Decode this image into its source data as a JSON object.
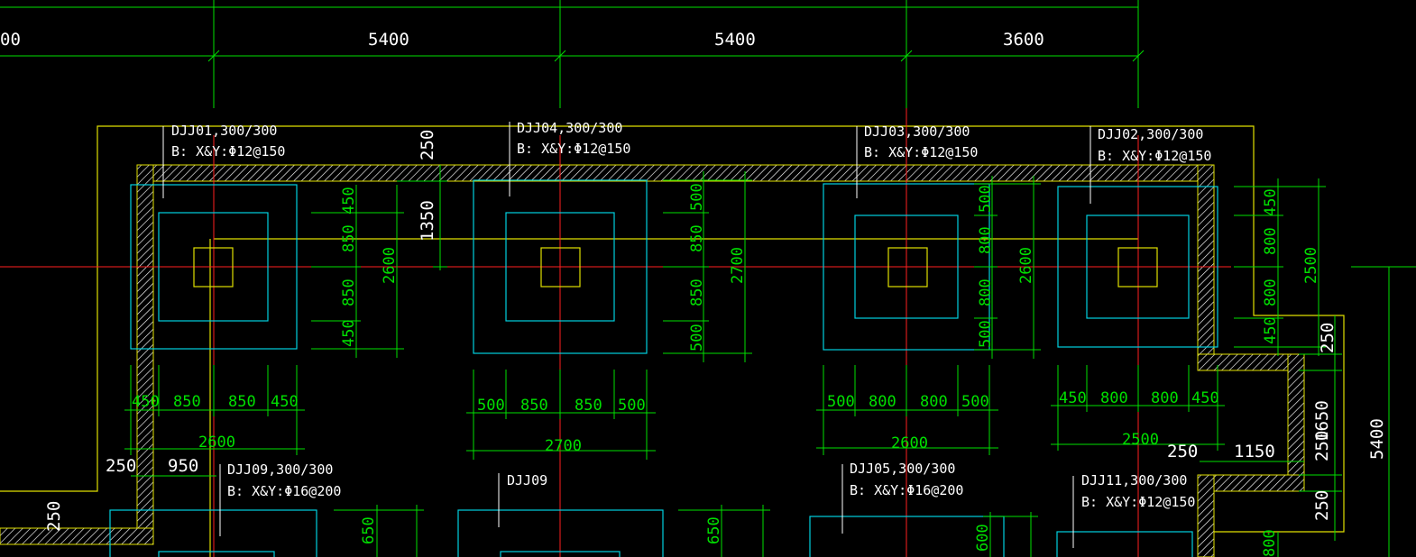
{
  "colors": {
    "background": "#000000",
    "dimension": "#00e000",
    "axis_red": "#ff2020",
    "outline_yellow": "#e0e000",
    "footing_cyan": "#00d0e0",
    "text_white": "#ffffff"
  },
  "top_dims": [
    "00",
    "5400",
    "5400",
    "3600"
  ],
  "footings": [
    {
      "name": "DJJ01,300/300",
      "rebar": "B: X&Y:Φ12@150",
      "v_dims": [
        "450",
        "850",
        "850",
        "450"
      ],
      "v_total": "2600",
      "h_dims": [
        "450",
        "850",
        "850",
        "450"
      ],
      "h_total": "2600"
    },
    {
      "name": "DJJ04,300/300",
      "rebar": "B: X&Y:Φ12@150",
      "v_dims": [
        "500",
        "850",
        "850",
        "500"
      ],
      "v_total": "2700",
      "h_dims": [
        "500",
        "850",
        "850",
        "500"
      ],
      "h_total": "2700"
    },
    {
      "name": "DJJ03,300/300",
      "rebar": "B: X&Y:Φ12@150",
      "v_dims": [
        "500",
        "800",
        "800",
        "500"
      ],
      "v_total": "2600",
      "h_dims": [
        "500",
        "800",
        "800",
        "500"
      ],
      "h_total": "2600"
    },
    {
      "name": "DJJ02,300/300",
      "rebar": "B: X&Y:Φ12@150",
      "v_dims": [
        "450",
        "800",
        "800",
        "450"
      ],
      "v_total": "2500",
      "h_dims": [
        "450",
        "800",
        "800",
        "450"
      ],
      "h_total": "2500"
    }
  ],
  "lower_labels": {
    "djj09_a_name": "DJJ09,300/300",
    "djj09_a_rebar": "B: X&Y:Φ16@200",
    "djj09_b_name": "DJJ09",
    "djj05_name": "DJJ05,300/300",
    "djj05_rebar": "B: X&Y:Φ16@200",
    "djj11_name": "DJJ11,300/300",
    "djj11_rebar": "B: X&Y:Φ12@150"
  },
  "misc_dims": {
    "wall_top": "250",
    "beam_depth": "1350",
    "left_250": "250",
    "left_950": "950",
    "left_bottom_250": "250",
    "right_250a": "250",
    "right_1150": "1150",
    "right_250_v": "250",
    "right_1650": "1650",
    "right_250_v2": "250",
    "right_250_v3": "250",
    "right_5400": "5400",
    "lower_650_a": "650",
    "lower_650_b": "650",
    "lower_600": "600",
    "lower_800": "800"
  }
}
